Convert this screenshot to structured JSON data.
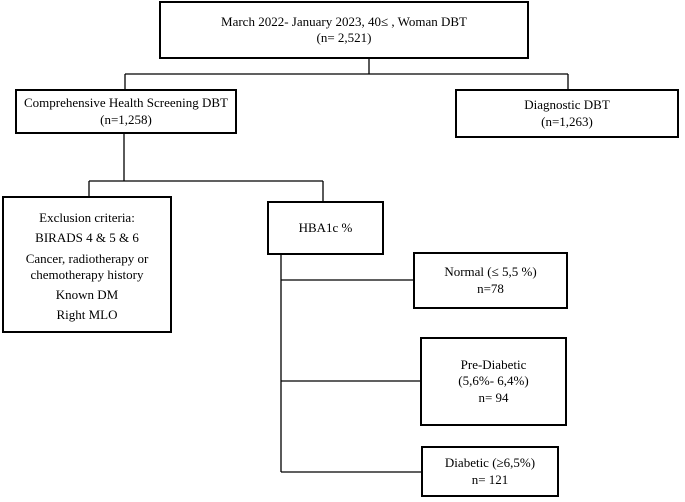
{
  "diagram": {
    "top": {
      "line1": "March 2022- January 2023, 40≤ , Woman DBT",
      "line2": "(n= 2,521)"
    },
    "comprehensive": {
      "line1": "Comprehensive Health Screening DBT",
      "line2": "(n=1,258)"
    },
    "diagnostic": {
      "line1": "Diagnostic DBT",
      "line2": "(n=1,263)"
    },
    "exclusion": {
      "title": "Exclusion criteria:",
      "items": [
        "BIRADS 4 & 5 & 6",
        "Cancer, radiotherapy or chemotherapy history",
        "Known DM",
        "Right MLO"
      ]
    },
    "hba1c": {
      "label": "HBA1c %"
    },
    "normal": {
      "line1": "Normal (≤ 5,5 %)",
      "line2": "n=78"
    },
    "prediabetic": {
      "line1": "Pre-Diabetic",
      "line2": "(5,6%- 6,4%)",
      "line3": "n= 94"
    },
    "diabetic": {
      "line1": "Diabetic (≥6,5%)",
      "line2": "n= 121"
    }
  }
}
